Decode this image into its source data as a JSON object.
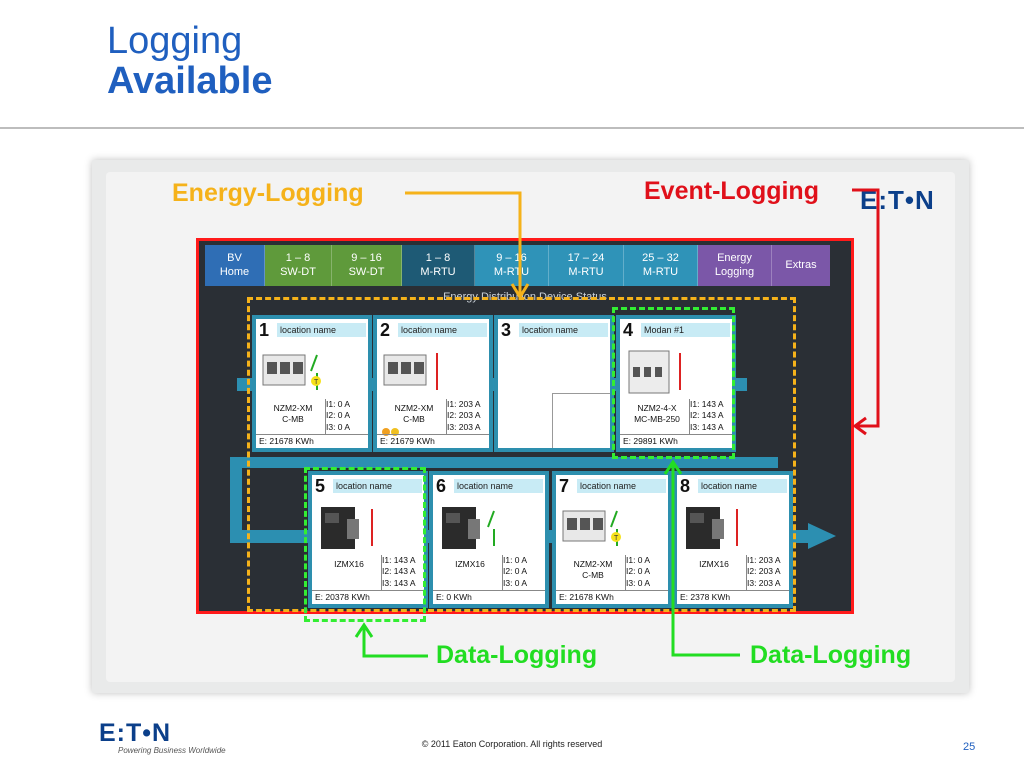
{
  "slide": {
    "title_line1": "Logging",
    "title_line2": "Available",
    "page_number": "25",
    "copyright": "© 2011 Eaton Corporation. All rights reserved",
    "footer_logo": "E:T•N",
    "footer_tagline": "Powering Business Worldwide"
  },
  "panel": {
    "logo": "E:T•N",
    "labels": {
      "energy_logging": "Energy-Logging",
      "event_logging": "Event-Logging",
      "data_logging_left": "Data-Logging",
      "data_logging_right": "Data-Logging"
    },
    "label_colors": {
      "energy": "#f5b21a",
      "event": "#e0101a",
      "data": "#22dd22"
    }
  },
  "screen": {
    "title": "Energy Distribution Device Status",
    "nav": [
      {
        "line1": "BV",
        "line2": "Home",
        "color": "#2f6eb5"
      },
      {
        "line1": "1 – 8",
        "line2": "SW-DT",
        "color": "#5f9a3b"
      },
      {
        "line1": "9 – 16",
        "line2": "SW-DT",
        "color": "#5f9a3b"
      },
      {
        "line1": "1 – 8",
        "line2": "M-RTU",
        "color": "#1e5a75"
      },
      {
        "line1": "9 – 16",
        "line2": "M-RTU",
        "color": "#2f93b8"
      },
      {
        "line1": "17 – 24",
        "line2": "M-RTU",
        "color": "#2f93b8"
      },
      {
        "line1": "25 – 32",
        "line2": "M-RTU",
        "color": "#2f93b8"
      },
      {
        "line1": "Energy",
        "line2": "Logging",
        "color": "#7b57a8"
      },
      {
        "line1": "Extras",
        "line2": "",
        "color": "#7b57a8"
      }
    ],
    "devices": [
      {
        "num": "1",
        "loc": "location name",
        "name1": "NZM2-XM",
        "name2": "C-MB",
        "i1": "I1: 0 A",
        "i2": "I2: 0 A",
        "i3": "I3: 0 A",
        "energy": "E: 21678 KWh"
      },
      {
        "num": "2",
        "loc": "location name",
        "name1": "NZM2-XM",
        "name2": "C-MB",
        "i1": "I1: 203 A",
        "i2": "I2: 203 A",
        "i3": "I3: 203 A",
        "energy": "E: 21679 KWh"
      },
      {
        "num": "3",
        "loc": "location name",
        "name1": "",
        "name2": "",
        "i1": "",
        "i2": "",
        "i3": "",
        "energy": ""
      },
      {
        "num": "4",
        "loc": "Modan #1",
        "name1": "NZM2-4-X",
        "name2": "MC-MB-250",
        "i1": "I1: 143 A",
        "i2": "I2: 143 A",
        "i3": "I3: 143 A",
        "energy": "E: 29891 KWh"
      },
      {
        "num": "5",
        "loc": "location name",
        "name1": "IZMX16",
        "name2": "",
        "i1": "I1: 143 A",
        "i2": "I2: 143 A",
        "i3": "I3: 143 A",
        "energy": "E: 20378 KWh"
      },
      {
        "num": "6",
        "loc": "location name",
        "name1": "IZMX16",
        "name2": "",
        "i1": "I1: 0 A",
        "i2": "I2: 0 A",
        "i3": "I3: 0 A",
        "energy": "E: 0 KWh"
      },
      {
        "num": "7",
        "loc": "location name",
        "name1": "NZM2-XM",
        "name2": "C-MB",
        "i1": "I1: 0 A",
        "i2": "I2: 0 A",
        "i3": "I3: 0 A",
        "energy": "E: 21678 KWh"
      },
      {
        "num": "8",
        "loc": "location name",
        "name1": "IZMX16",
        "name2": "",
        "i1": "I1: 203 A",
        "i2": "I2: 203 A",
        "i3": "I3: 203 A",
        "energy": "E: 2378 KWh"
      }
    ]
  }
}
